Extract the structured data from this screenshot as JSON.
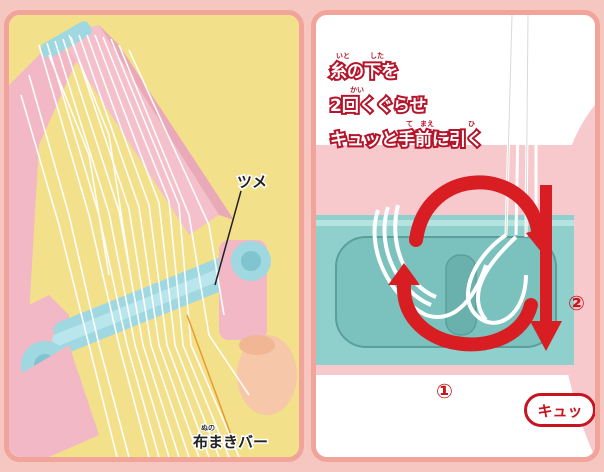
{
  "left_panel": {
    "label_tsume": "ツメ",
    "label_nunomaki_ruby": "ぬの",
    "label_nunomaki": "布まきバー"
  },
  "right_panel": {
    "instruction_ruby": [
      "いと",
      "した",
      "かい",
      "て",
      "まえ",
      "ひ"
    ],
    "instruction_lines": [
      "糸の下を",
      "2回くぐらせ",
      "キュッと手前に引く"
    ],
    "step_1": "①",
    "step_2": "②",
    "bubble_text": "キュッ"
  },
  "colors": {
    "frame_pink": "#f0a49a",
    "loom_pink": "#f2b8c6",
    "loom_blue": "#9fd8e0",
    "arrow_red": "#d81e22",
    "yellow_bg": "#f3e08a",
    "bar_teal": "#8fcfcc"
  }
}
